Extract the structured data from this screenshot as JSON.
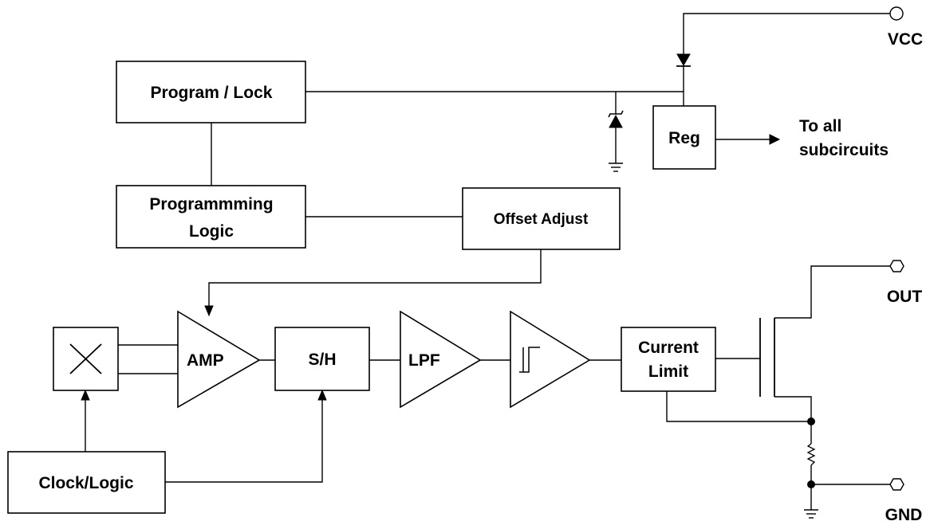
{
  "blocks": {
    "program_lock": "Program / Lock",
    "programming_logic_line1": "Programmming",
    "programming_logic_line2": "Logic",
    "offset_adjust": "Offset Adjust",
    "reg": "Reg",
    "amp": "AMP",
    "sample_hold": "S/H",
    "lpf": "LPF",
    "current_limit_line1": "Current",
    "current_limit_line2": "Limit",
    "clock_logic": "Clock/Logic"
  },
  "pins": {
    "vcc": "VCC",
    "out": "OUT",
    "gnd": "GND"
  },
  "annotations": {
    "to_all_line1": "To all",
    "to_all_line2": "subcircuits"
  }
}
